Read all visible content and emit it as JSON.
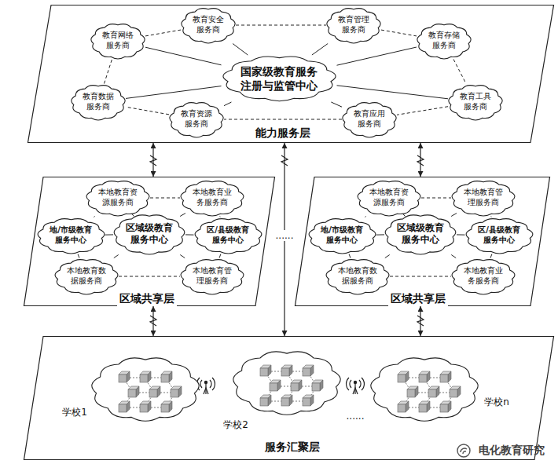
{
  "diagram": {
    "nodes": [
      {
        "text": [
          "能力服务层"
        ]
      },
      {
        "text": [
          "教育网络服务商"
        ],
        "in": 0
      },
      {
        "text": [
          "教育安全服务商"
        ],
        "in": 0
      },
      {
        "text": [
          "教育管理服务商"
        ],
        "in": 0
      },
      {
        "text": [
          "教育存储服务商"
        ],
        "in": 0
      },
      {
        "text": [
          "国家级教育服务注册与监管中心"
        ],
        "in": 0
      },
      {
        "text": [
          "教育数据服务商"
        ],
        "in": 0
      },
      {
        "text": [
          "教育工具服务商"
        ],
        "in": 0
      },
      {
        "text": [
          "教育资源服务商"
        ],
        "in": 0
      },
      {
        "text": [
          "教育应用服务商"
        ],
        "in": 0
      },
      {
        "text": [
          "区域共享层"
        ]
      },
      {
        "text": [
          "本地教育资源服务商"
        ],
        "in": 10
      },
      {
        "text": [
          "本地教育业务服务商"
        ],
        "in": 10
      },
      {
        "text": [
          "地/市级教育服务中心"
        ],
        "in": 10
      },
      {
        "text": [
          "区域级教育服务中心"
        ],
        "in": 10
      },
      {
        "text": [
          "区/县级教育服务中心"
        ],
        "in": 10
      },
      {
        "text": [
          "本地教育数据服务商"
        ],
        "in": 10
      },
      {
        "text": [
          "本地教育管理服务商"
        ],
        "in": 10
      },
      {
        "text": [
          "区域共享层"
        ]
      },
      {
        "text": [
          "本地教育资源服务商"
        ],
        "in": 18
      },
      {
        "text": [
          "本地教育管理服务商"
        ],
        "in": 18
      },
      {
        "text": [
          "地/市级教育服务中心"
        ],
        "in": 18
      },
      {
        "text": [
          "区域级教育服务中心"
        ],
        "in": 18
      },
      {
        "text": [
          "区/县级教育服务中心"
        ],
        "in": 18
      },
      {
        "text": [
          "本地教育数据服务商"
        ],
        "in": 18
      },
      {
        "text": [
          "本地教育业务服务商"
        ],
        "in": 18
      },
      {
        "text": [
          "服务汇聚层"
        ]
      },
      {
        "text": [
          "学校1"
        ],
        "in": 26
      },
      {
        "text": [
          "学校2"
        ],
        "in": 26
      },
      {
        "text": [
          "学校n"
        ],
        "in": 26
      }
    ],
    "edges": [
      {
        "from": 5,
        "to": 1,
        "arrow": "none"
      },
      {
        "from": 5,
        "to": 2,
        "arrow": "none"
      },
      {
        "from": 5,
        "to": 3,
        "arrow": "none"
      },
      {
        "from": 5,
        "to": 4,
        "arrow": "none"
      },
      {
        "from": 5,
        "to": 6,
        "arrow": "none"
      },
      {
        "from": 5,
        "to": 7,
        "arrow": "none"
      },
      {
        "from": 5,
        "to": 8,
        "arrow": "none"
      },
      {
        "from": 5,
        "to": 9,
        "arrow": "none"
      },
      {
        "from": 1,
        "to": 2,
        "arrow": "none"
      },
      {
        "from": 2,
        "to": 3,
        "arrow": "none"
      },
      {
        "from": 3,
        "to": 4,
        "arrow": "none"
      },
      {
        "from": 4,
        "to": 7,
        "arrow": "none"
      },
      {
        "from": 7,
        "to": 9,
        "arrow": "none"
      },
      {
        "from": 9,
        "to": 8,
        "arrow": "none"
      },
      {
        "from": 8,
        "to": 6,
        "arrow": "none"
      },
      {
        "from": 6,
        "to": 1,
        "arrow": "none"
      },
      {
        "from": 14,
        "to": 11,
        "arrow": "none"
      },
      {
        "from": 14,
        "to": 12,
        "arrow": "none"
      },
      {
        "from": 14,
        "to": 13,
        "arrow": "none"
      },
      {
        "from": 14,
        "to": 15,
        "arrow": "none"
      },
      {
        "from": 14,
        "to": 16,
        "arrow": "none"
      },
      {
        "from": 14,
        "to": 17,
        "arrow": "none"
      },
      {
        "from": 11,
        "to": 12,
        "arrow": "none"
      },
      {
        "from": 16,
        "to": 17,
        "arrow": "none"
      },
      {
        "from": 13,
        "to": 11,
        "arrow": "none"
      },
      {
        "from": 13,
        "to": 16,
        "arrow": "none"
      },
      {
        "from": 15,
        "to": 12,
        "arrow": "none"
      },
      {
        "from": 15,
        "to": 17,
        "arrow": "none"
      },
      {
        "from": 22,
        "to": 19,
        "arrow": "none"
      },
      {
        "from": 22,
        "to": 20,
        "arrow": "none"
      },
      {
        "from": 22,
        "to": 21,
        "arrow": "none"
      },
      {
        "from": 22,
        "to": 23,
        "arrow": "none"
      },
      {
        "from": 22,
        "to": 24,
        "arrow": "none"
      },
      {
        "from": 22,
        "to": 25,
        "arrow": "none"
      },
      {
        "from": 19,
        "to": 20,
        "arrow": "none"
      },
      {
        "from": 24,
        "to": 25,
        "arrow": "none"
      },
      {
        "from": 21,
        "to": 19,
        "arrow": "none"
      },
      {
        "from": 21,
        "to": 24,
        "arrow": "none"
      },
      {
        "from": 23,
        "to": 20,
        "arrow": "none"
      },
      {
        "from": 23,
        "to": 25,
        "arrow": "none"
      },
      {
        "from": 0,
        "to": 10,
        "arrow": "both"
      },
      {
        "from": 0,
        "to": 18,
        "arrow": "both"
      },
      {
        "from": 0,
        "to": 26,
        "arrow": "both"
      },
      {
        "from": 10,
        "to": 26,
        "arrow": "both"
      },
      {
        "from": 18,
        "to": 26,
        "arrow": "both"
      }
    ],
    "labels": [
      "......",
      "......",
      "电化教育研究"
    ]
  }
}
